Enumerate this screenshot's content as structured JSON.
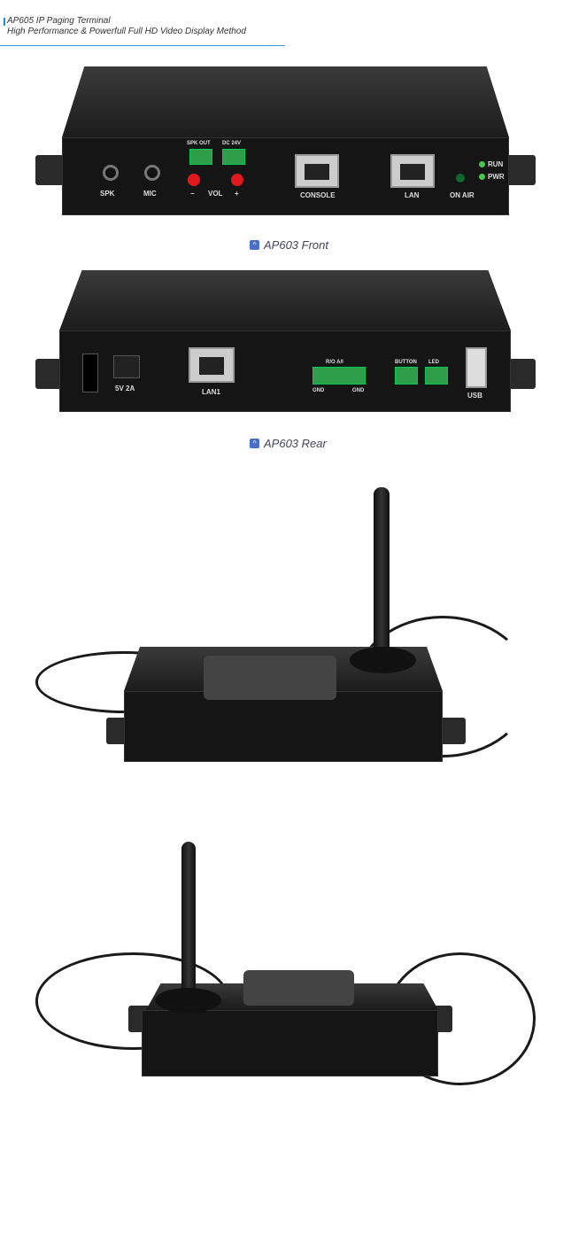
{
  "header": {
    "title": "AP605 IP Paging Terminal",
    "subtitle": "High Performance & Powerfull Full HD Video Display Method",
    "accent": "#1a8fd6"
  },
  "captions": {
    "front": "AP603 Front",
    "rear": "AP603 Rear",
    "icon": "image-caption-icon"
  },
  "front_labels": {
    "spk": "SPK",
    "mic": "MIC",
    "spk_out": "SPK OUT",
    "dc": "DC 24V",
    "vol": "VOL",
    "minus": "−",
    "plus": "+",
    "console": "CONSOLE",
    "lan": "LAN",
    "on_air": "ON AIR",
    "run": "RUN",
    "pwr": "PWR"
  },
  "rear_labels": {
    "power": "5V 2A",
    "lan1": "LAN1",
    "rio": "R/O  A/I",
    "gnd1": "GND",
    "gnd2": "GND",
    "button": "BUTTON",
    "led": "LED",
    "usb": "USB"
  }
}
